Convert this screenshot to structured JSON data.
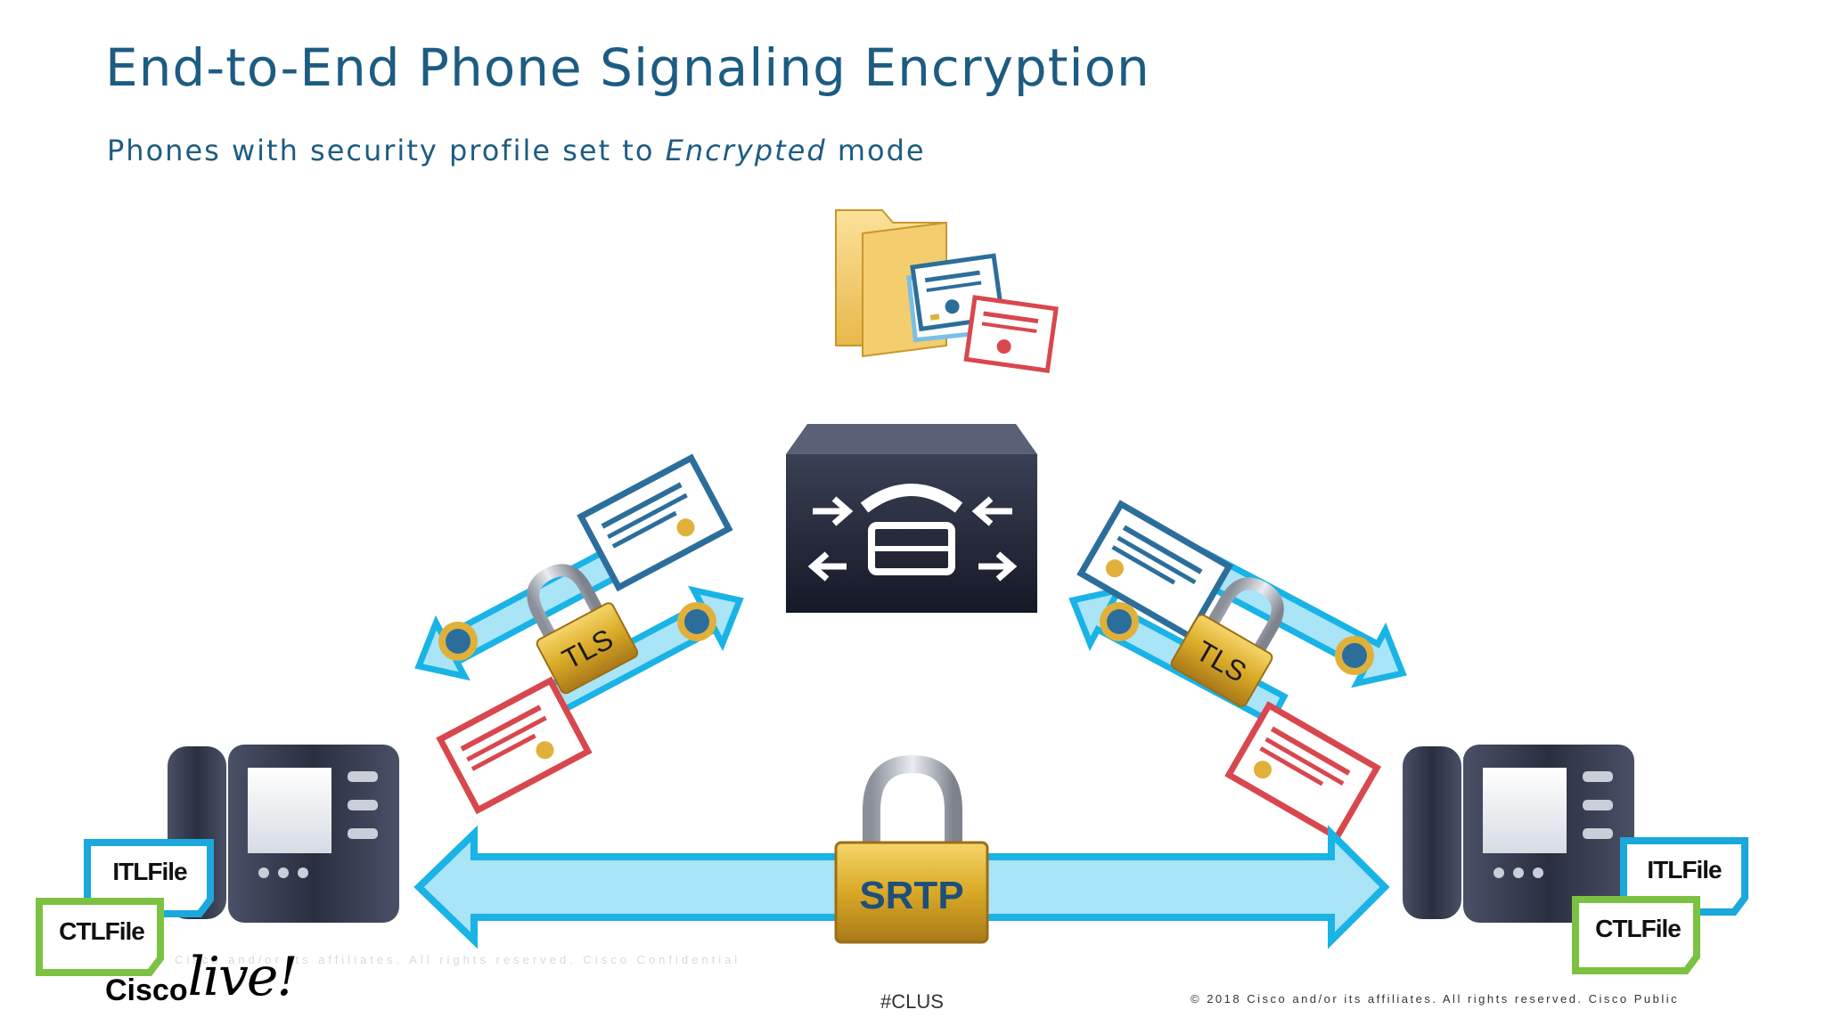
{
  "slide": {
    "title": "End-to-End Phone Signaling Encryption",
    "subtitle_prefix": "Phones with security profile set to ",
    "subtitle_emphasis": "Encrypted",
    "subtitle_suffix": " mode"
  },
  "diagram": {
    "left_tls_label": "TLS",
    "right_tls_label": "TLS",
    "media_label": "SRTP",
    "left_itl_label": "ITLFile",
    "left_ctl_label": "CTLFile",
    "right_itl_label": "ITLFile",
    "right_ctl_label": "CTLFile"
  },
  "footer": {
    "faint_text": "Cisco and/or its affiliates. All rights reserved.   Cisco Confidential",
    "logo_cisco": "Cisco",
    "logo_live": "live!",
    "hashtag": "#CLUS",
    "copyright": "© 2018  Cisco and/or its affiliates. All rights reserved.   Cisco Public"
  },
  "colors": {
    "title": "#1d5c82",
    "arrow_fill": "#a9e4f7",
    "arrow_stroke": "#19b3e6",
    "lock_gold": "#d9a926",
    "cert_blue": "#2c6e9b",
    "cert_red": "#d9474e",
    "file_green": "#7cc242",
    "file_cyan": "#1aa8dd",
    "server_dark": "#252a3a",
    "phone_dark": "#33384a"
  }
}
